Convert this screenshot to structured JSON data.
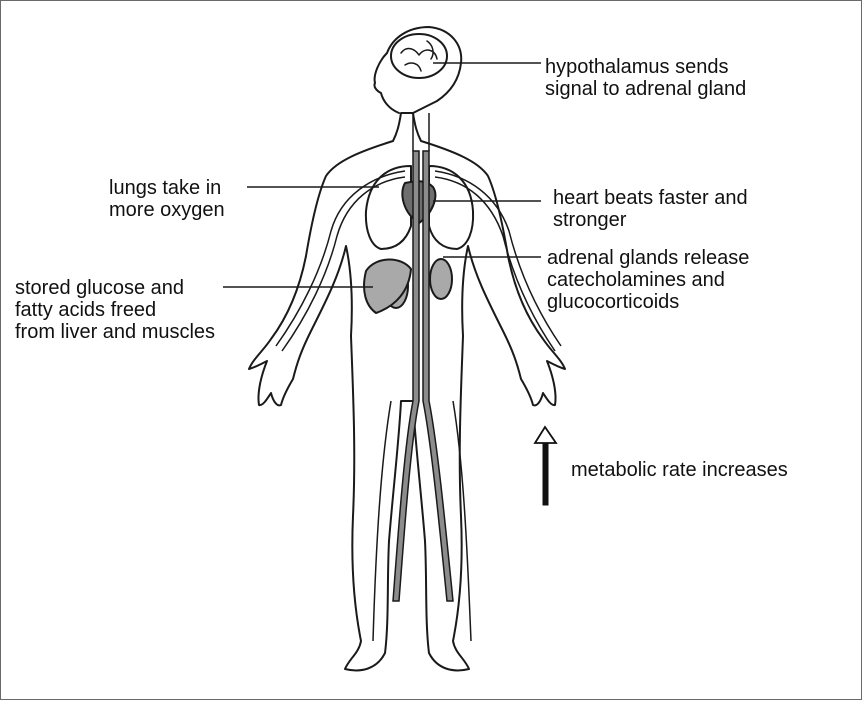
{
  "labels": {
    "hypothalamus": {
      "line1": "hypothalamus sends",
      "line2": "signal to adrenal gland"
    },
    "lungs": {
      "line1": "lungs take in",
      "line2": "more oxygen"
    },
    "heart": {
      "line1": "heart beats faster and",
      "line2": "stronger"
    },
    "adrenal": {
      "line1": "adrenal glands release",
      "line2": "catecholamines and",
      "line3": "glucocorticoids"
    },
    "glucose": {
      "line1": "stored glucose and",
      "line2": "fatty acids freed",
      "line3": "from liver and muscles"
    },
    "metabolic": {
      "line1": "metabolic rate increases"
    }
  },
  "colors": {
    "outline": "#1a1a1a",
    "vessel_fill": "#8c8c8c",
    "organ_fill": "#a9a9a9",
    "arrow": "#111111"
  }
}
